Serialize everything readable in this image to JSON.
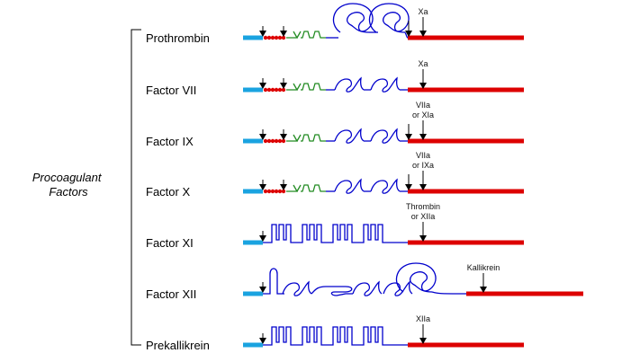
{
  "group_label": [
    "Procoagulant",
    "Factors"
  ],
  "colors": {
    "signal": "#1aa3e0",
    "gla": "#dd0000",
    "aromatic": "#228b22",
    "domain": "#0000cc",
    "catalytic": "#dd0000",
    "bracket": "#000000"
  },
  "factors": [
    {
      "name": "Prothrombin",
      "cleavage": [
        "Xa"
      ],
      "domains": "kringle"
    },
    {
      "name": "Factor VII",
      "cleavage": [
        "Xa"
      ],
      "domains": "egf"
    },
    {
      "name": "Factor IX",
      "cleavage": [
        "VIIa",
        "or XIa"
      ],
      "domains": "egf"
    },
    {
      "name": "Factor X",
      "cleavage": [
        "VIIa",
        "or IXa"
      ],
      "domains": "egf"
    },
    {
      "name": "Factor XI",
      "cleavage": [
        "Thrombin",
        "or XIIa"
      ],
      "domains": "apple"
    },
    {
      "name": "Factor XII",
      "cleavage": [
        "Kallikrein"
      ],
      "domains": "mixed"
    },
    {
      "name": "Prekallikrein",
      "cleavage": [
        "XIIa"
      ],
      "domains": "apple"
    }
  ]
}
